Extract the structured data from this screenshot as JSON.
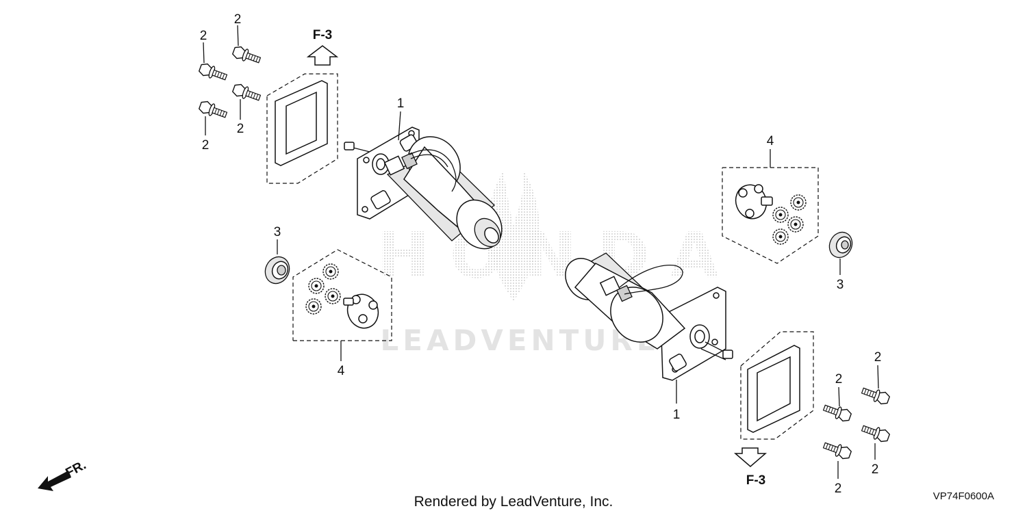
{
  "diagram": {
    "callouts": {
      "motor_left": "1",
      "motor_right": "1",
      "bolt_a": "2",
      "bolt_b": "2",
      "bolt_c": "2",
      "bolt_d": "2",
      "bolt_e": "2",
      "bolt_f": "2",
      "bolt_g": "2",
      "bolt_h": "2",
      "seal_left": "3",
      "seal_right": "3",
      "gearset_left": "4",
      "gearset_right": "4"
    },
    "refs": {
      "top": "F-3",
      "bottom": "F-3"
    },
    "direction": "FR.",
    "footer": "Rendered by LeadVenture, Inc.",
    "code": "VP74F0600A",
    "watermark": {
      "brand": "HONDA",
      "company": "LEADVENTURE"
    }
  }
}
